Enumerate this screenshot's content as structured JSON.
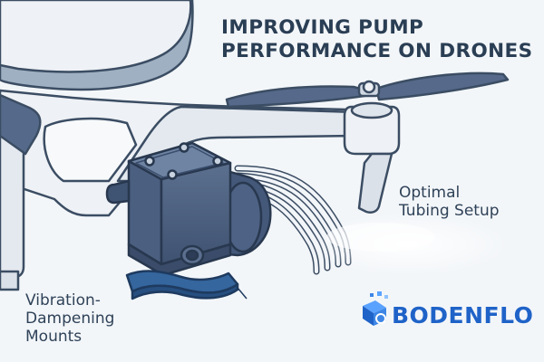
{
  "heading": {
    "line1": "IMPROVING PUMP",
    "line2": "PERFORMANCE ON DRONES"
  },
  "callouts": {
    "tubing": {
      "line1": "Optimal",
      "line2": "Tubing Setup"
    },
    "mounts": {
      "line1": "Vibration-",
      "line2": "Dampening",
      "line3": "Mounts"
    }
  },
  "logo": {
    "text": "BODENFLO",
    "icon": "cube-gear-logo-icon",
    "color": "#1f63c8"
  },
  "colors": {
    "background": "#f3f6f9",
    "drone_body": "#eef1f5",
    "outline": "#3b4d63",
    "pump_body": "#4a5e7c",
    "mount": "#35669e",
    "title_text": "#2a3e54"
  },
  "icons": [
    "drone-illustration",
    "propeller-icon",
    "pump-icon",
    "tubing-icon",
    "mount-icon"
  ]
}
